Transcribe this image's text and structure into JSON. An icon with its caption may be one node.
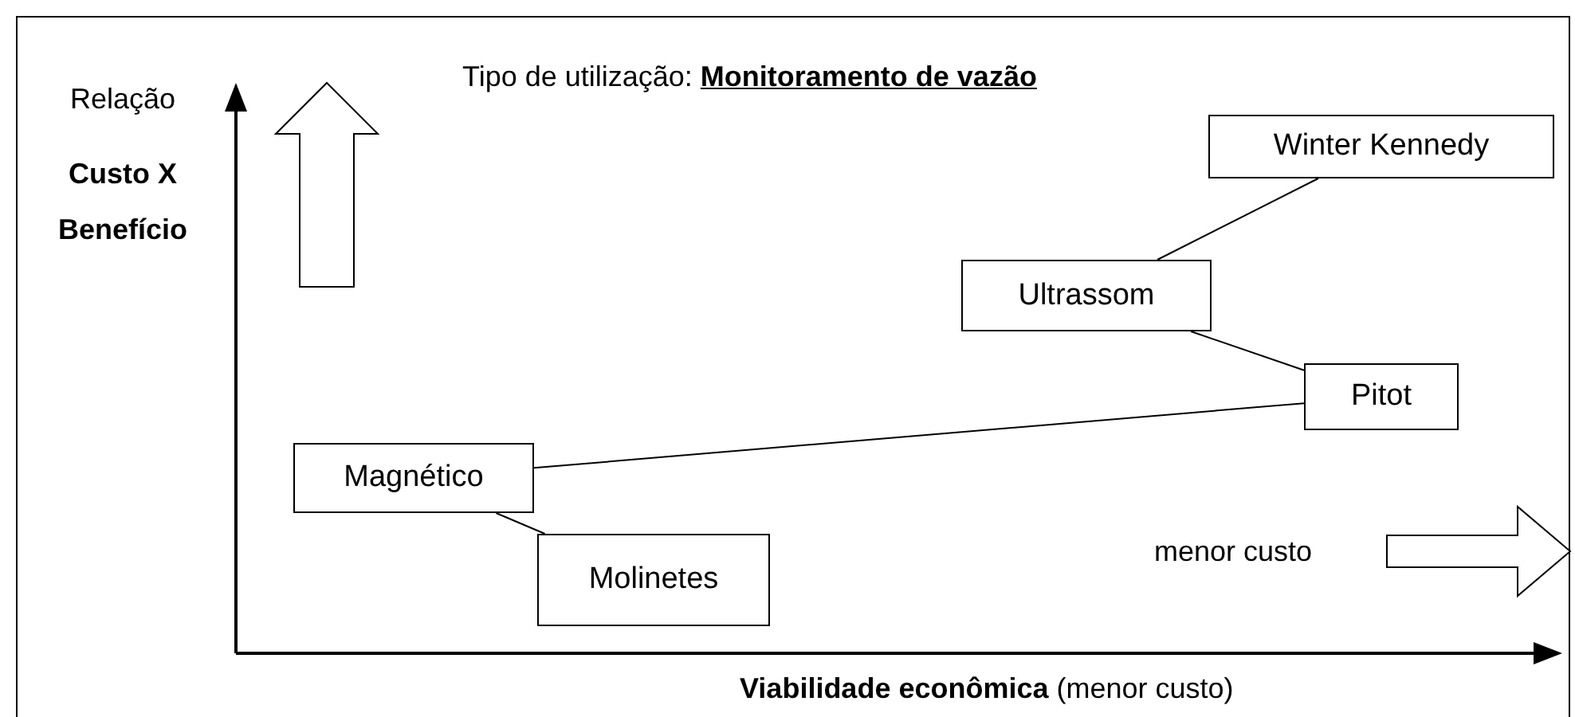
{
  "diagram": {
    "nodes": [
      {
        "text": [
          "Winter Kennedy"
        ]
      },
      {
        "text": [
          "Ultrassom"
        ]
      },
      {
        "text": [
          "Pitot"
        ]
      },
      {
        "text": [
          "Magnético"
        ]
      },
      {
        "text": [
          "Molinetes"
        ]
      }
    ],
    "edges": [
      {
        "from": 1,
        "to": 0,
        "arrow": "none"
      },
      {
        "from": 1,
        "to": 2,
        "arrow": "none"
      },
      {
        "from": 3,
        "to": 2,
        "arrow": "none"
      },
      {
        "from": 3,
        "to": 4,
        "arrow": "none"
      }
    ],
    "labels": [
      "Tipo de utilização: **Monitoramento de vazão**",
      "Relação",
      "Custo X Benefício",
      "menor custo",
      "**Viabilidade econômica** (menor custo)"
    ]
  }
}
